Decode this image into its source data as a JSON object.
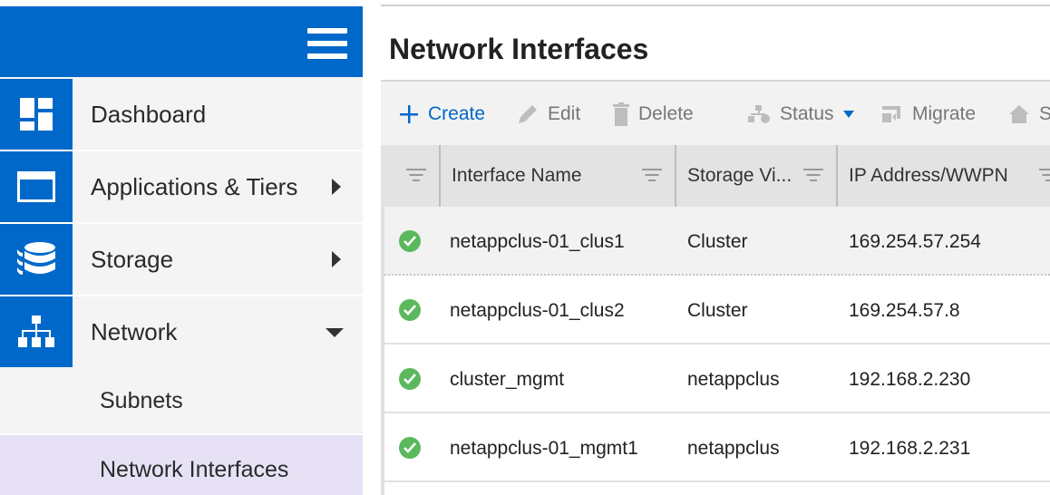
{
  "sidebar": {
    "items": [
      {
        "label": "Dashboard",
        "icon": "dashboard-icon"
      },
      {
        "label": "Applications & Tiers",
        "icon": "window-icon",
        "expandable": true
      },
      {
        "label": "Storage",
        "icon": "database-icon",
        "expandable": true
      },
      {
        "label": "Network",
        "icon": "network-tree-icon",
        "expanded": true
      }
    ],
    "subitems": [
      {
        "label": "Subnets"
      },
      {
        "label": "Network Interfaces",
        "active": true
      }
    ]
  },
  "page": {
    "title": "Network Interfaces"
  },
  "toolbar": {
    "create": "Create",
    "edit": "Edit",
    "delete": "Delete",
    "status": "Status",
    "migrate": "Migrate",
    "next_truncated": "S"
  },
  "table": {
    "columns": [
      "Interface Name",
      "Storage Vi...",
      "IP Address/WWPN"
    ],
    "rows": [
      {
        "status": "ok",
        "interface_name": "netappclus-01_clus1",
        "storage_vm": "Cluster",
        "ip": "169.254.57.254"
      },
      {
        "status": "ok",
        "interface_name": "netappclus-01_clus2",
        "storage_vm": "Cluster",
        "ip": "169.254.57.8"
      },
      {
        "status": "ok",
        "interface_name": "cluster_mgmt",
        "storage_vm": "netappclus",
        "ip": "192.168.2.230"
      },
      {
        "status": "ok",
        "interface_name": "netappclus-01_mgmt1",
        "storage_vm": "netappclus",
        "ip": "192.168.2.231"
      }
    ]
  },
  "colors": {
    "brand_blue": "#0068c8",
    "status_ok": "#5bb85d",
    "active_sub": "#e6e1f5"
  }
}
